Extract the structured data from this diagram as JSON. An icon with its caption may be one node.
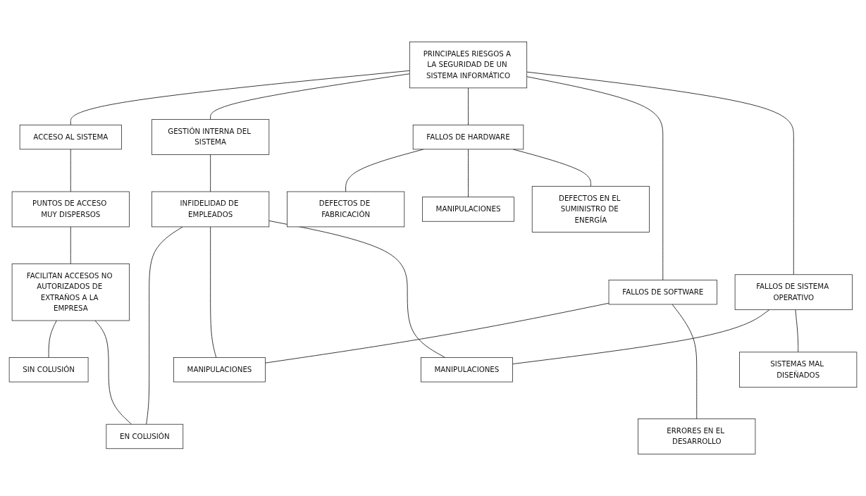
{
  "diagram": {
    "nodes": [
      {
        "text": [
          "PRINCIPALES RIESGOS A LA SEGURIDAD DE UN SISTEMA INFORMÁTICO"
        ]
      },
      {
        "text": [
          "ACCESO AL SISTEMA"
        ]
      },
      {
        "text": [
          "GESTIÓN INTERNA DEL SISTEMA"
        ]
      },
      {
        "text": [
          "FALLOS DE HARDWARE"
        ]
      },
      {
        "text": [
          "FALLOS DE SOFTWARE"
        ]
      },
      {
        "text": [
          "FALLOS DE SISTEMA OPERATIVO"
        ]
      },
      {
        "text": [
          "DEFECTOS DE FABRICACIÓN"
        ]
      },
      {
        "text": [
          "MANIPULACIONES"
        ]
      },
      {
        "text": [
          "MANIPULACIONES"
        ]
      },
      {
        "text": [
          "SISTEMAS MAL DISEÑADOS"
        ]
      },
      {
        "text": [
          "PUNTOS DE ACCESO MUY DISPERSOS"
        ]
      },
      {
        "text": [
          "INFIDELIDAD DE EMPLEADOS"
        ]
      },
      {
        "text": [
          "MANIPULACIONES"
        ]
      },
      {
        "text": [
          "ERRORES EN EL DESARROLLO"
        ]
      },
      {
        "text": [
          "DEFECTOS EN EL SUMINISTRO DE ENERGÍA"
        ]
      },
      {
        "text": [
          "FACILITAN ACCESOS NO AUTORIZADOS DE EXTRAÑOS A LA EMPRESA"
        ]
      },
      {
        "text": [
          "SIN COLUSIÓN"
        ]
      },
      {
        "text": [
          "EN COLUSIÓN"
        ]
      }
    ],
    "edges": [
      {
        "from": 0,
        "to": 1,
        "arrow": "none"
      },
      {
        "from": 0,
        "to": 2,
        "arrow": "none"
      },
      {
        "from": 0,
        "to": 3,
        "arrow": "none"
      },
      {
        "from": 0,
        "to": 4,
        "arrow": "none"
      },
      {
        "from": 0,
        "to": 5,
        "arrow": "none"
      },
      {
        "from": 3,
        "to": 6,
        "arrow": "none"
      },
      {
        "from": 4,
        "to": 7,
        "arrow": "none"
      },
      {
        "from": 5,
        "to": 8,
        "arrow": "none"
      },
      {
        "from": 5,
        "to": 9,
        "arrow": "none"
      },
      {
        "from": 1,
        "to": 10,
        "arrow": "none"
      },
      {
        "from": 2,
        "to": 11,
        "arrow": "none"
      },
      {
        "from": 3,
        "to": 12,
        "arrow": "none"
      },
      {
        "from": 4,
        "to": 13,
        "arrow": "none"
      },
      {
        "from": 3,
        "to": 14,
        "arrow": "none"
      },
      {
        "from": 10,
        "to": 15,
        "arrow": "none"
      },
      {
        "from": 15,
        "to": 16,
        "arrow": "none"
      },
      {
        "from": 15,
        "to": 17,
        "arrow": "none"
      },
      {
        "from": 11,
        "to": 17,
        "arrow": "none"
      },
      {
        "from": 11,
        "to": 7,
        "arrow": "none"
      },
      {
        "from": 11,
        "to": 8,
        "arrow": "none"
      }
    ]
  }
}
